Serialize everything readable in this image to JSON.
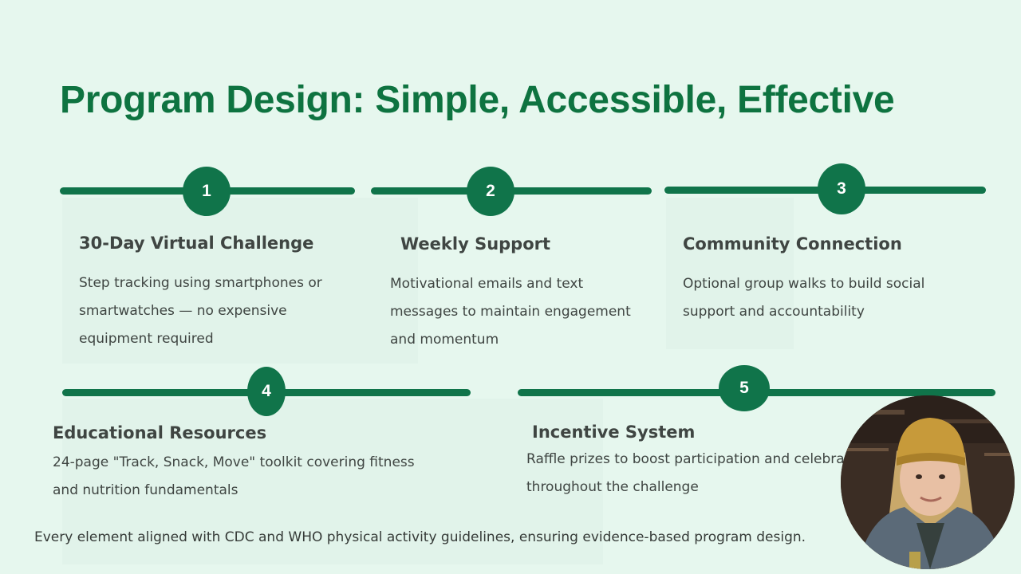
{
  "slide": {
    "title": "Program Design: Simple, Accessible, Effective",
    "steps": [
      {
        "number": "1",
        "heading": "30-Day Virtual Challenge",
        "description": "Step tracking using smartphones or smartwatches — no expensive equipment required"
      },
      {
        "number": "2",
        "heading": "Weekly Support",
        "description": "Motivational emails and text messages to maintain engagement and momentum"
      },
      {
        "number": "3",
        "heading": "Community Connection",
        "description": "Optional group walks to build social support and accountability"
      },
      {
        "number": "4",
        "heading": "Educational Resources",
        "description": "24-page \"Track, Snack, Move\" toolkit covering fitness and nutrition fundamentals"
      },
      {
        "number": "5",
        "heading": "Incentive System",
        "description": "Raffle prizes to boost participation and celebrate throughout the challenge"
      }
    ],
    "footer": "Every element aligned with CDC and WHO physical activity guidelines, ensuring evidence-based program design."
  },
  "colors": {
    "background": "#e6f7ee",
    "accent": "#10744a",
    "title": "#0e7340",
    "body_text": "#3f4542"
  },
  "webcam": {
    "icon": "presenter-video-feed"
  }
}
